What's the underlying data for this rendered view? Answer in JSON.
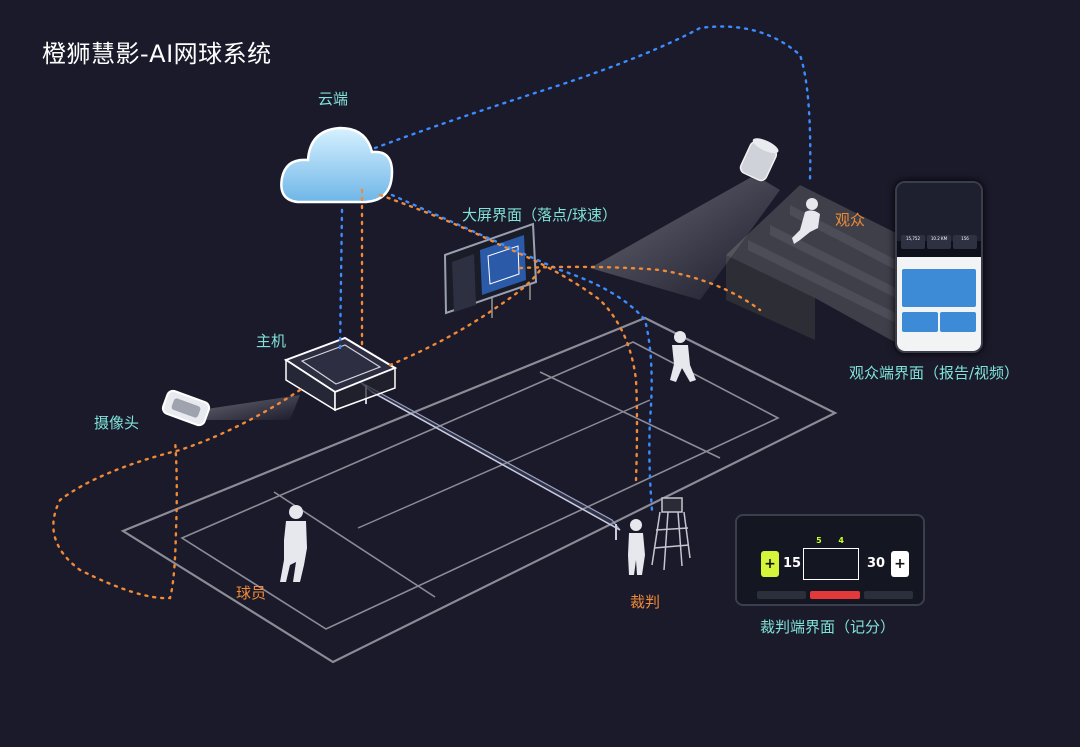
{
  "title": "橙狮慧影-AI网球系统",
  "labels": {
    "cloud": "云端",
    "big_screen": "大屏界面（落点/球速）",
    "audience": "观众",
    "host": "主机",
    "camera": "摄像头",
    "viewer_ui": "观众端界面（报告/视频）",
    "player": "球员",
    "umpire": "裁判",
    "referee_ui": "裁判端界面（记分）"
  },
  "colors": {
    "background": "#1b1a2b",
    "label_teal": "#7fe3d8",
    "label_orange": "#f08a36",
    "link_blue": "#3b8cff",
    "link_orange": "#f08a36",
    "court_line": "#8c8c96"
  },
  "referee_tablet": {
    "games_left": "5",
    "games_right": "4",
    "points_left": "15",
    "points_right": "30",
    "plus": "+"
  },
  "viewer_phone": {
    "stats": [
      "15,752",
      "10.2 KM",
      "156"
    ]
  }
}
